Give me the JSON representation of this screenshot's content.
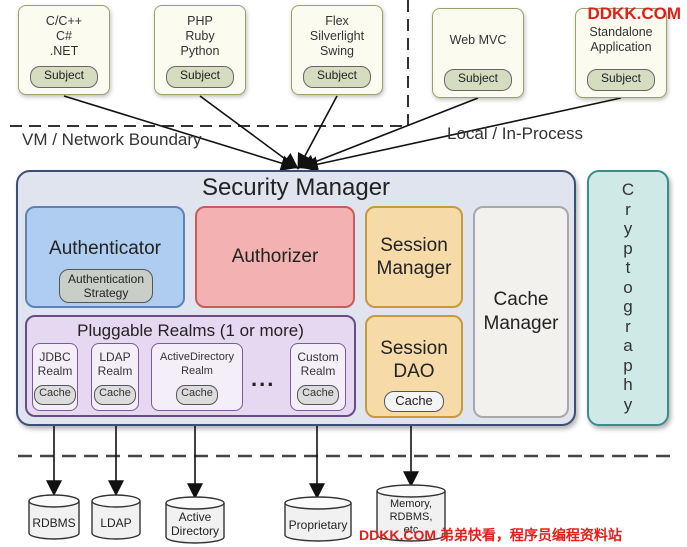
{
  "clients": [
    {
      "lines": "C/C++\nC#\n.NET",
      "subject": "Subject"
    },
    {
      "lines": "PHP\nRuby\nPython",
      "subject": "Subject"
    },
    {
      "lines": "Flex\nSilverlight\nSwing",
      "subject": "Subject"
    },
    {
      "lines": "Web MVC",
      "subject": "Subject"
    },
    {
      "lines": "Standalone\nApplication",
      "subject": "Subject"
    }
  ],
  "boundaries": {
    "vm_network": "VM / Network Boundary",
    "local": "Local / In-Process"
  },
  "security_manager": {
    "title": "Security Manager",
    "authenticator": {
      "label": "Authenticator",
      "strategy": "Authentication\nStrategy"
    },
    "authorizer": "Authorizer",
    "session_manager": "Session\nManager",
    "cache_manager": "Cache\nManager",
    "realms": {
      "title": "Pluggable Realms (1 or more)",
      "items": [
        {
          "label": "JDBC\nRealm",
          "cache": "Cache"
        },
        {
          "label": "LDAP\nRealm",
          "cache": "Cache"
        },
        {
          "label": "ActiveDirectory\nRealm",
          "cache": "Cache"
        },
        {
          "label": "Custom\nRealm",
          "cache": "Cache"
        }
      ],
      "ellipsis": "..."
    },
    "session_dao": {
      "label": "Session\nDAO",
      "cache": "Cache"
    }
  },
  "cryptography": [
    "C",
    "r",
    "y",
    "p",
    "t",
    "o",
    "g",
    "r",
    "a",
    "p",
    "h",
    "y"
  ],
  "datastores": [
    "RDBMS",
    "LDAP",
    "Active\nDirectory",
    "Proprietary",
    "Memory,\nRDBMS,\netc"
  ],
  "watermarks": {
    "top": "DDKK.COM",
    "bottom": "DDKK.COM 弟弟快看，程序员编程资料站"
  },
  "colors": {
    "authenticator": "#aecdf0",
    "authorizer": "#f4b1b1",
    "session": "#f6dba8",
    "realms": "#e5d8f0",
    "crypto": "#cfeae6",
    "watermark": "#e0201b"
  }
}
